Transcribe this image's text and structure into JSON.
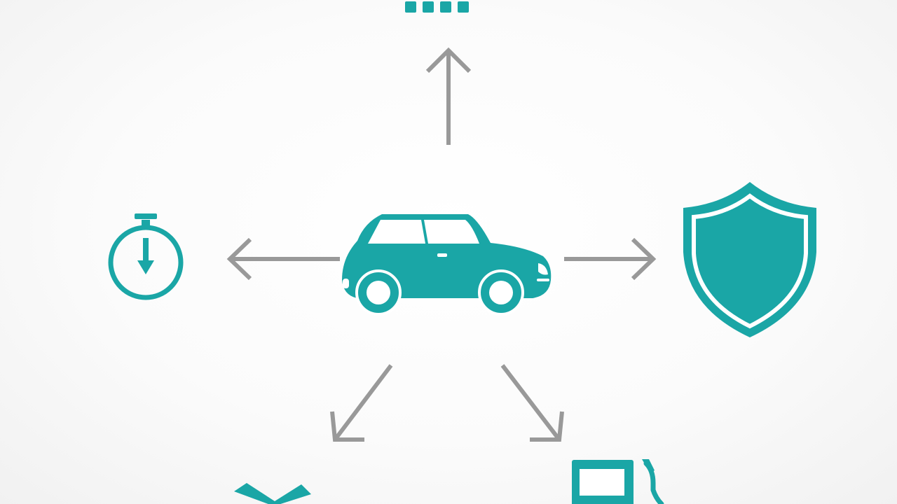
{
  "colors": {
    "accent": "#1aa6a6",
    "arrow": "#999999",
    "background": "#f7f7f7"
  },
  "diagram": {
    "center_icon": "car-icon",
    "arrows": [
      "up",
      "left",
      "right",
      "down-left",
      "down-right"
    ],
    "targets": [
      {
        "direction": "up",
        "icon": "dots-icon"
      },
      {
        "direction": "left",
        "icon": "stopwatch-icon"
      },
      {
        "direction": "right",
        "icon": "shield-icon"
      },
      {
        "direction": "down-left",
        "icon": "checkmark-icon"
      },
      {
        "direction": "down-right",
        "icon": "fuel-pump-icon"
      }
    ]
  }
}
